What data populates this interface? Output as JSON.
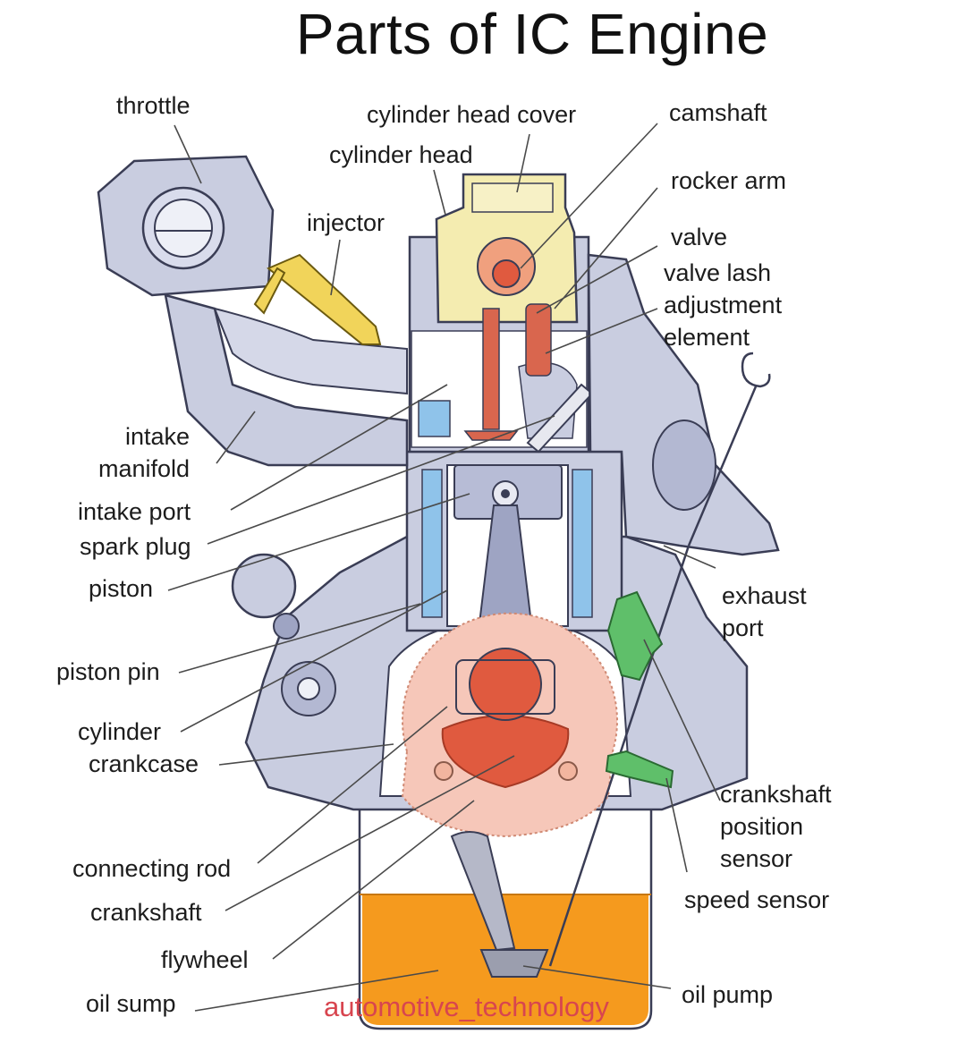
{
  "title": "Parts of IC Engine",
  "watermark": "automotive_technology",
  "labels": {
    "throttle": "throttle",
    "cylinder_head_cover": "cylinder head cover",
    "camshaft": "camshaft",
    "cylinder_head": "cylinder head",
    "rocker_arm": "rocker arm",
    "injector": "injector",
    "valve": "valve",
    "valve_lash": [
      "valve lash",
      "adjustment",
      "element"
    ],
    "intake_manifold": [
      "intake",
      "manifold"
    ],
    "intake_port": "intake port",
    "spark_plug": "spark plug",
    "piston": "piston",
    "exhaust_port": [
      "exhaust",
      "port"
    ],
    "piston_pin": "piston pin",
    "cylinder_crankcase": [
      "cylinder",
      "crankcase"
    ],
    "crankshaft_position_sensor": [
      "crankshaft",
      "position",
      "sensor"
    ],
    "speed_sensor": "speed sensor",
    "connecting_rod": "connecting rod",
    "crankshaft": "crankshaft",
    "flywheel": "flywheel",
    "oil_sump": "oil sump",
    "oil_pump": "oil pump"
  },
  "colors": {
    "engine_body": "#c9cde0",
    "engine_outline": "#3a3d55",
    "cylinder_head_cover": "#f4ecb0",
    "camshaft": "#e07a5a",
    "valve": "#d9664e",
    "coolant": "#8fc3ea",
    "flywheel": "#f6c7b9",
    "crank_pin": "#e05a3f",
    "oil": "#f59a1e",
    "sensor": "#5fbf6a",
    "injector": "#f1d45a",
    "watermark": "#d8454f"
  }
}
